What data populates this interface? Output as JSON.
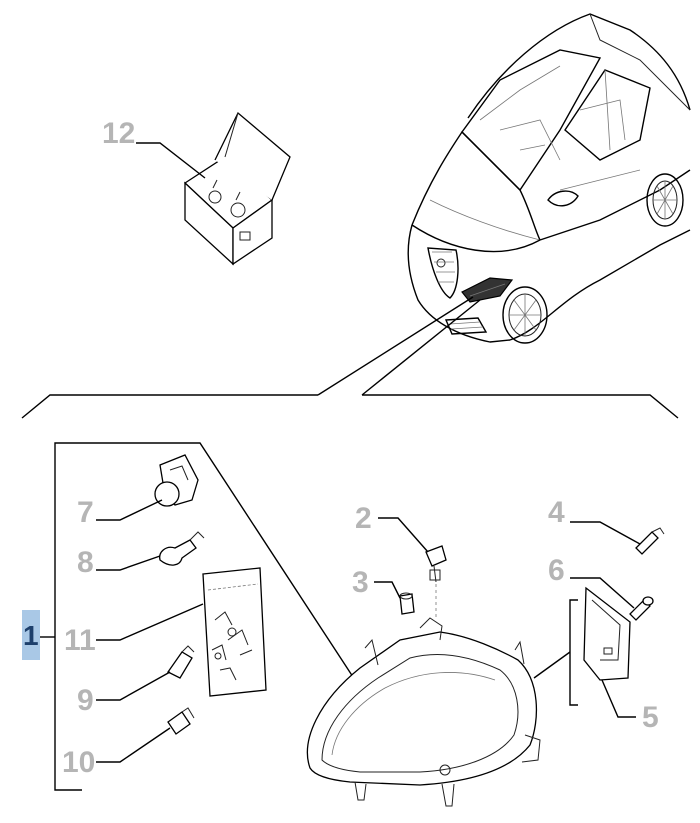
{
  "diagram": {
    "callouts": [
      {
        "id": "1",
        "label": "1"
      },
      {
        "id": "2",
        "label": "2"
      },
      {
        "id": "3",
        "label": "3"
      },
      {
        "id": "4",
        "label": "4"
      },
      {
        "id": "5",
        "label": "5"
      },
      {
        "id": "6",
        "label": "6"
      },
      {
        "id": "7",
        "label": "7"
      },
      {
        "id": "8",
        "label": "8"
      },
      {
        "id": "9",
        "label": "9"
      },
      {
        "id": "10",
        "label": "10"
      },
      {
        "id": "11",
        "label": "11"
      },
      {
        "id": "12",
        "label": "12"
      }
    ]
  },
  "colors": {
    "callout_text": "#b5b5b5",
    "main_callout_bg": "#a9c8e6",
    "main_callout_text": "#1d3f6b",
    "line": "#000000"
  }
}
